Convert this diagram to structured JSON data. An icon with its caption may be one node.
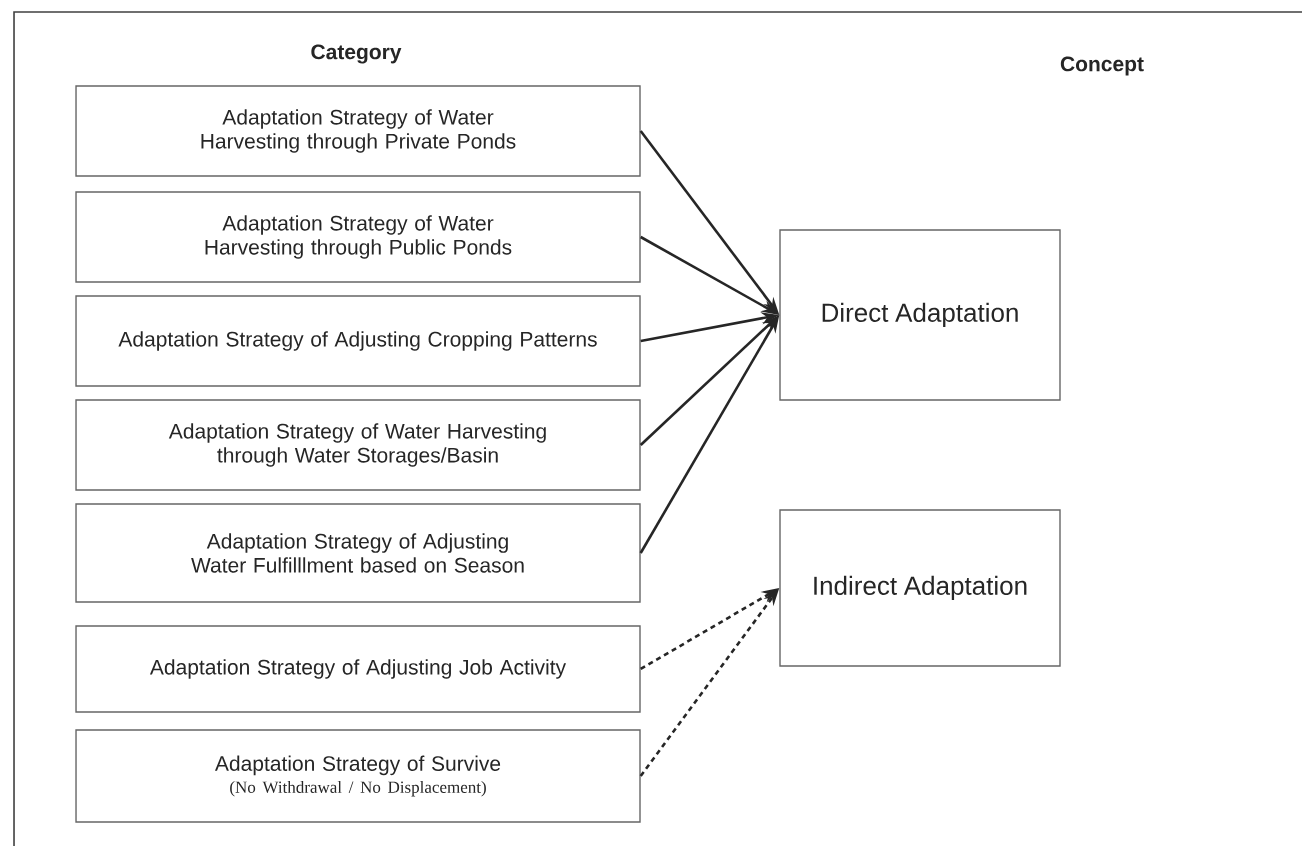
{
  "diagram": {
    "nodes": [
      {
        "text": [
          "Adaptation Strategy of Water Harvesting through Private Ponds"
        ]
      },
      {
        "text": [
          "Adaptation Strategy of Water Harvesting through Public Ponds"
        ]
      },
      {
        "text": [
          "Adaptation Strategy of Adjusting Cropping Patterns"
        ]
      },
      {
        "text": [
          "Adaptation Strategy of Water Harvesting through Water Storages/Basin"
        ]
      },
      {
        "text": [
          "Adaptation Strategy of Adjusting Water Fulfilllment based on Season"
        ]
      },
      {
        "text": [
          "Adaptation Strategy of Adjusting Job Activity"
        ]
      },
      {
        "text": [
          "Adaptation Strategy of Survive",
          "(No Withdrawal / No Displacement)"
        ]
      },
      {
        "text": [
          "Direct Adaptation"
        ]
      },
      {
        "text": [
          "Indirect Adaptation"
        ]
      }
    ],
    "edges": [
      {
        "from": 0,
        "to": 7,
        "arrow": "to"
      },
      {
        "from": 1,
        "to": 7,
        "arrow": "to"
      },
      {
        "from": 2,
        "to": 7,
        "arrow": "to"
      },
      {
        "from": 3,
        "to": 7,
        "arrow": "to"
      },
      {
        "from": 4,
        "to": 7,
        "arrow": "to"
      },
      {
        "from": 5,
        "to": 8,
        "arrow": "to",
        "style": "dashed"
      },
      {
        "from": 6,
        "to": 8,
        "arrow": "to",
        "style": "dashed"
      }
    ],
    "labels": [
      "Category",
      "Concept"
    ]
  }
}
